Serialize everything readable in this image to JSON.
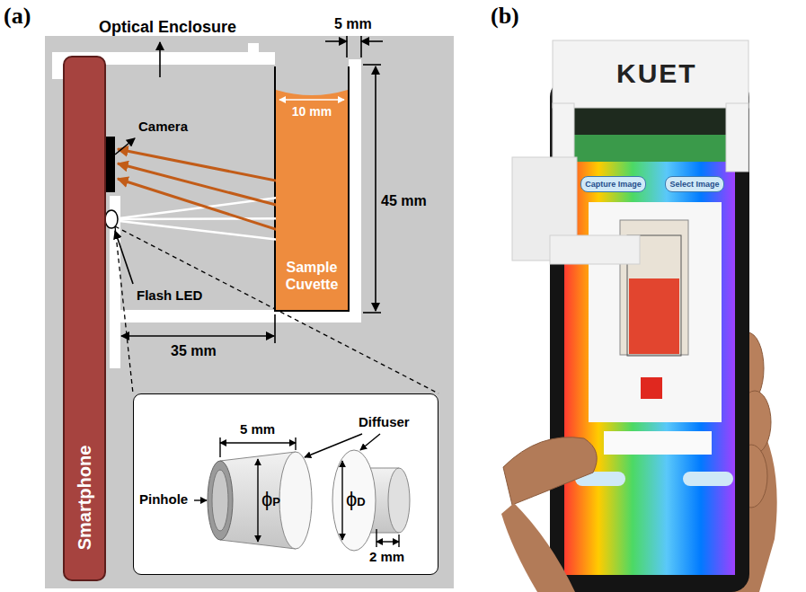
{
  "diagram": {
    "nodes": [
      {
        "text": [
          "Smartphone"
        ]
      },
      {
        "text": [
          "10 mm",
          "Sample Cuvette"
        ]
      },
      {
        "text": [
          "5 mm",
          "Diffuser",
          "Pinhole",
          "ϕP",
          "ϕD",
          "2 mm"
        ]
      },
      {
        "text": [
          "Capture Image"
        ]
      },
      {
        "text": [
          "Select Image"
        ]
      }
    ],
    "labels": [
      "(a)",
      "(b)",
      "Optical Enclosure",
      "5 mm",
      "45 mm",
      "Camera",
      "Flash LED",
      "35 mm",
      "KUET"
    ]
  }
}
